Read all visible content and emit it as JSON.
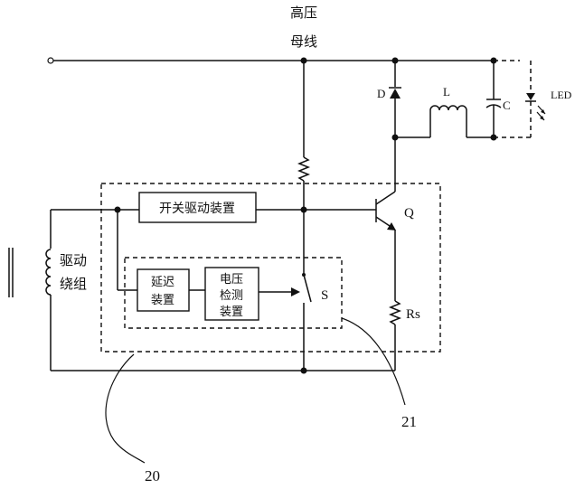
{
  "labels": {
    "bus_line1": "高压",
    "bus_line2": "母线",
    "diode": "D",
    "inductor": "L",
    "capacitor": "C",
    "led": "LED",
    "switch_driver": "开关驱动装置",
    "drive_winding_line1": "驱动",
    "drive_winding_line2": "绕组",
    "delay_line1": "延迟",
    "delay_line2": "装置",
    "vdet_line1": "电压",
    "vdet_line2": "检测",
    "vdet_line3": "装置",
    "switch_s": "S",
    "transistor_q": "Q",
    "resistor_rs": "Rs",
    "ref_20": "20",
    "ref_21": "21"
  }
}
